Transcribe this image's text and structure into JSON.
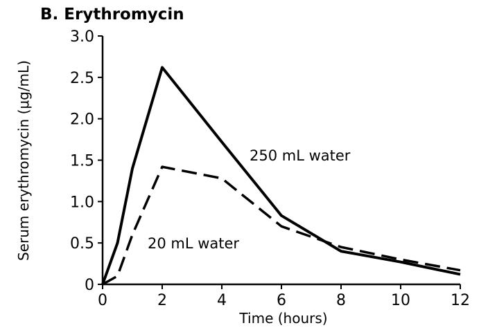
{
  "chart_data": {
    "type": "line",
    "title": "B. Erythromycin",
    "xlabel": "Time (hours)",
    "ylabel": "Serum erythromycin (μg/mL)",
    "xlim": [
      0,
      12
    ],
    "ylim": [
      0,
      3.0
    ],
    "xticks": [
      "0",
      "2",
      "4",
      "6",
      "8",
      "10",
      "12"
    ],
    "yticks": [
      "0",
      "0.5",
      "1.0",
      "1.5",
      "2.0",
      "2.5",
      "3.0"
    ],
    "grid": false,
    "series": [
      {
        "name": "250 mL water",
        "style": "solid",
        "x": [
          0,
          0.5,
          1,
          2,
          4,
          6,
          8,
          10,
          12
        ],
        "y": [
          0,
          0.5,
          1.4,
          2.62,
          1.72,
          0.83,
          0.4,
          0.27,
          0.12
        ]
      },
      {
        "name": "20 mL water",
        "style": "dashed",
        "x": [
          0,
          0.5,
          1,
          2,
          4,
          6,
          8,
          10,
          12
        ],
        "y": [
          0,
          0.1,
          0.6,
          1.42,
          1.28,
          0.7,
          0.45,
          0.3,
          0.17
        ]
      }
    ],
    "annotations": [
      {
        "text": "250 mL water",
        "series": "250 mL water"
      },
      {
        "text": "20 mL water",
        "series": "20 mL water"
      }
    ]
  }
}
